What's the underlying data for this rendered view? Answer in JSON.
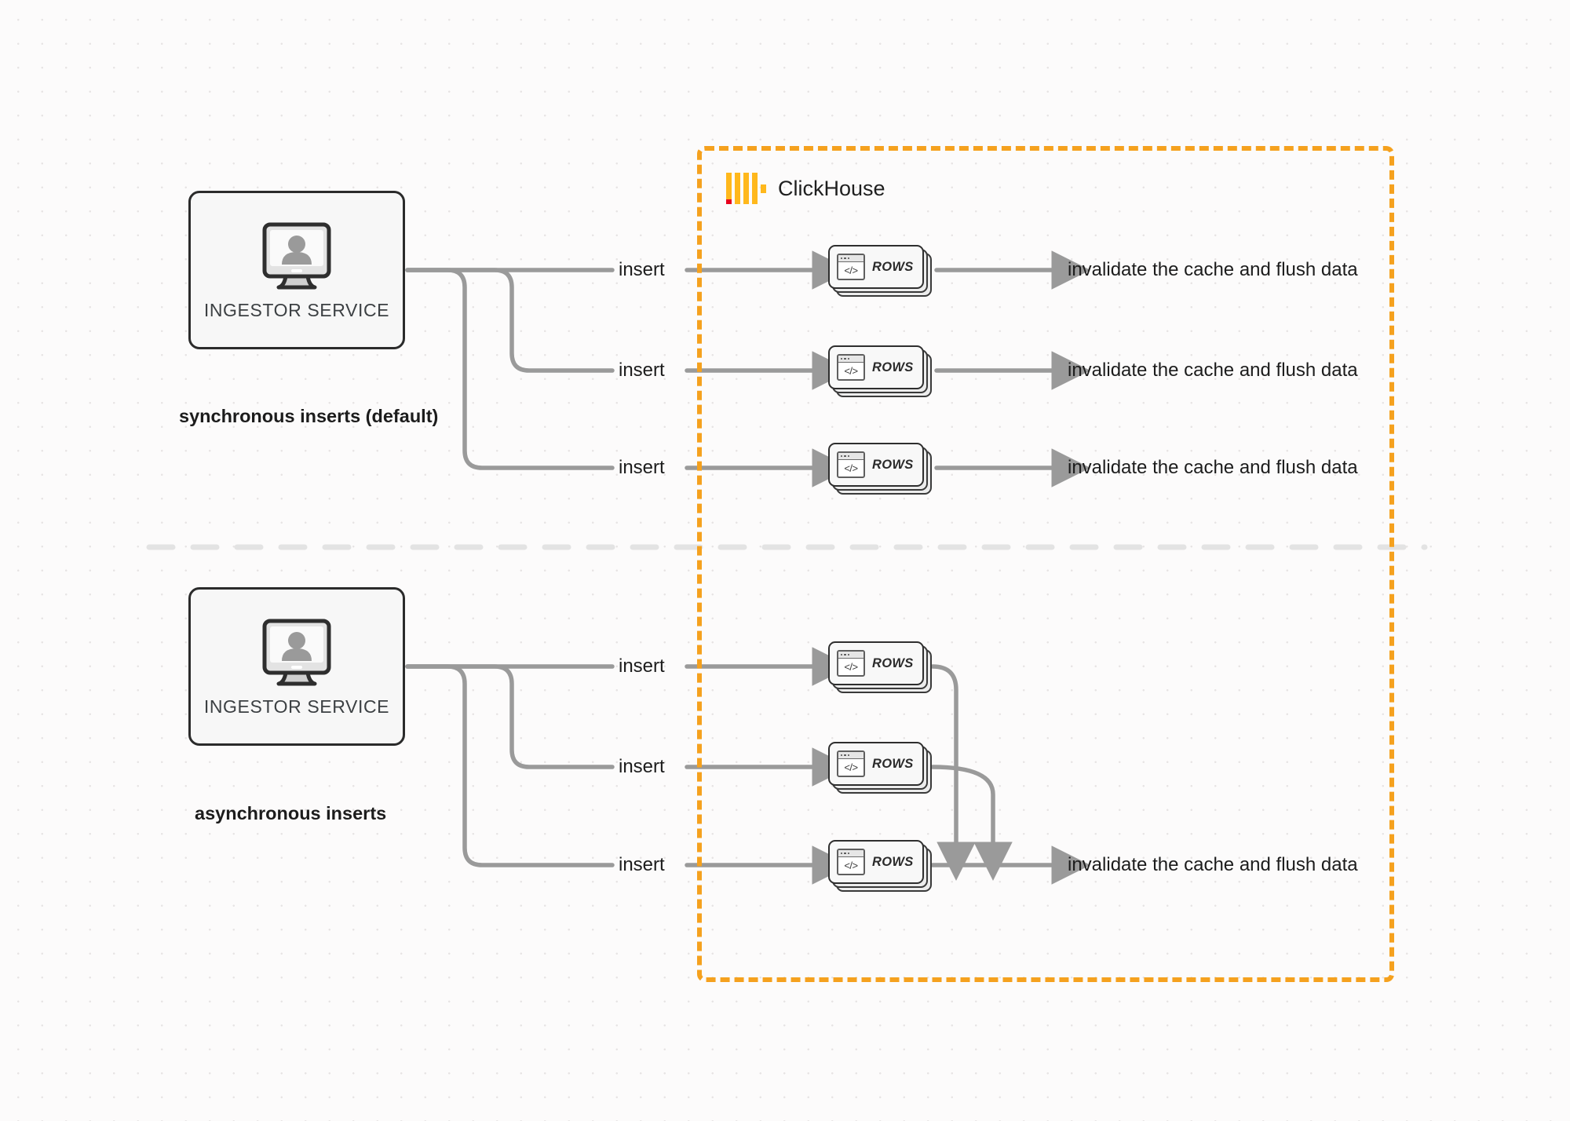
{
  "diagram": {
    "title": "ClickHouse synchronous vs asynchronous inserts",
    "background_color": "#fcfbfb",
    "accent_color": "#f5a11e"
  },
  "boundary": {
    "name": "ClickHouse",
    "border_style": "dashed",
    "border_color": "#f5a11e",
    "logo": {
      "icon": "clickhouse-logo",
      "bar_color": "#ffb81c",
      "dot_color": "#e8001d"
    }
  },
  "sections": [
    {
      "id": "synchronous",
      "caption": "synchronous inserts (default)",
      "ingestor": {
        "label": "INGESTOR SERVICE",
        "icon": "monitor-user-icon"
      },
      "rows_nodes": [
        {
          "label": "ROWS",
          "icon": "code-window-icon"
        },
        {
          "label": "ROWS",
          "icon": "code-window-icon"
        },
        {
          "label": "ROWS",
          "icon": "code-window-icon"
        }
      ],
      "insert_labels": [
        "insert",
        "insert",
        "insert"
      ],
      "outputs": [
        "invalidate the cache and flush data",
        "invalidate the cache and flush data",
        "invalidate the cache and flush data"
      ]
    },
    {
      "id": "asynchronous",
      "caption": "asynchronous inserts",
      "ingestor": {
        "label": "INGESTOR SERVICE",
        "icon": "monitor-user-icon"
      },
      "rows_nodes": [
        {
          "label": "ROWS",
          "icon": "code-window-icon"
        },
        {
          "label": "ROWS",
          "icon": "code-window-icon"
        },
        {
          "label": "ROWS",
          "icon": "code-window-icon"
        }
      ],
      "insert_labels": [
        "insert",
        "insert",
        "insert"
      ],
      "outputs": [
        "invalidate the cache and flush data"
      ]
    }
  ],
  "code_glyph": "</>"
}
